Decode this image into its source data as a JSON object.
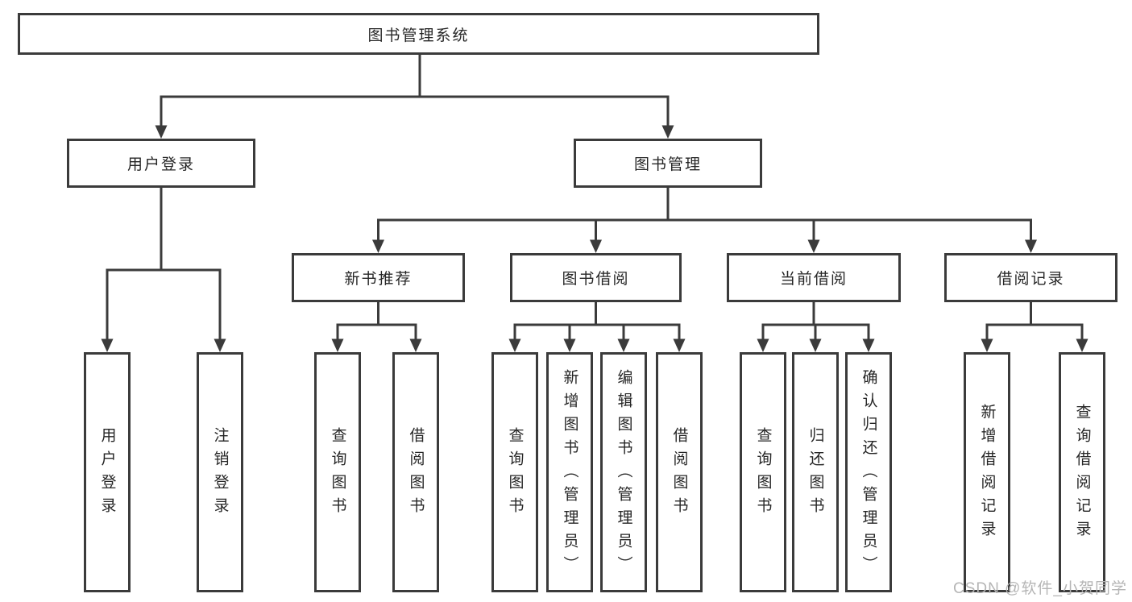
{
  "nodes": {
    "root": "图书管理系统",
    "user_login": "用户登录",
    "book_mgmt": "图书管理",
    "new_book_rec": "新书推荐",
    "book_borrow": "图书借阅",
    "current_borrow": "当前借阅",
    "borrow_records": "借阅记录",
    "leaves": {
      "user_login": [
        "用户登录",
        "注销登录"
      ],
      "new_book_rec": [
        "查询图书",
        "借阅图书"
      ],
      "book_borrow": [
        "查询图书",
        "新增图书（管理员）",
        "编辑图书（管理员）",
        "借阅图书"
      ],
      "current_borrow": [
        "查询图书",
        "归还图书",
        "确认归还（管理员）"
      ],
      "borrow_records": [
        "新增借阅记录",
        "查询借阅记录"
      ]
    }
  },
  "watermark": "CSDN @软件_小贺同学",
  "colors": {
    "line": "#3b3b3b",
    "box_border": "#3b3b3b",
    "text": "#262626",
    "watermark": "#b5b5b5",
    "background": "#ffffff"
  }
}
